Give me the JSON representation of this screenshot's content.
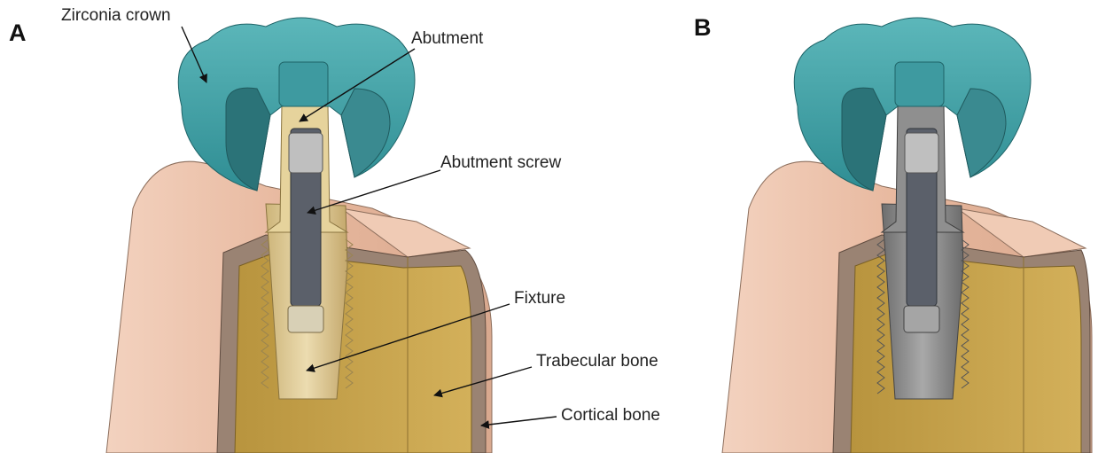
{
  "panels": [
    {
      "letter": "A"
    },
    {
      "letter": "B"
    }
  ],
  "labels": {
    "crown": "Zirconia crown",
    "abutment": "Abutment",
    "screw": "Abutment screw",
    "fixture": "Fixture",
    "trabecular": "Trabecular bone",
    "cortical": "Cortical bone"
  },
  "colors": {
    "crown": "#3f9ea2",
    "crown_dark": "#2a7a80",
    "gingiva": "#e9bca2",
    "cortical": "#9a8373",
    "trabecular": "#c9a449",
    "implant_gold": "#d9c48c",
    "implant_gray": "#8a8a8a",
    "screw": "#555a63"
  }
}
